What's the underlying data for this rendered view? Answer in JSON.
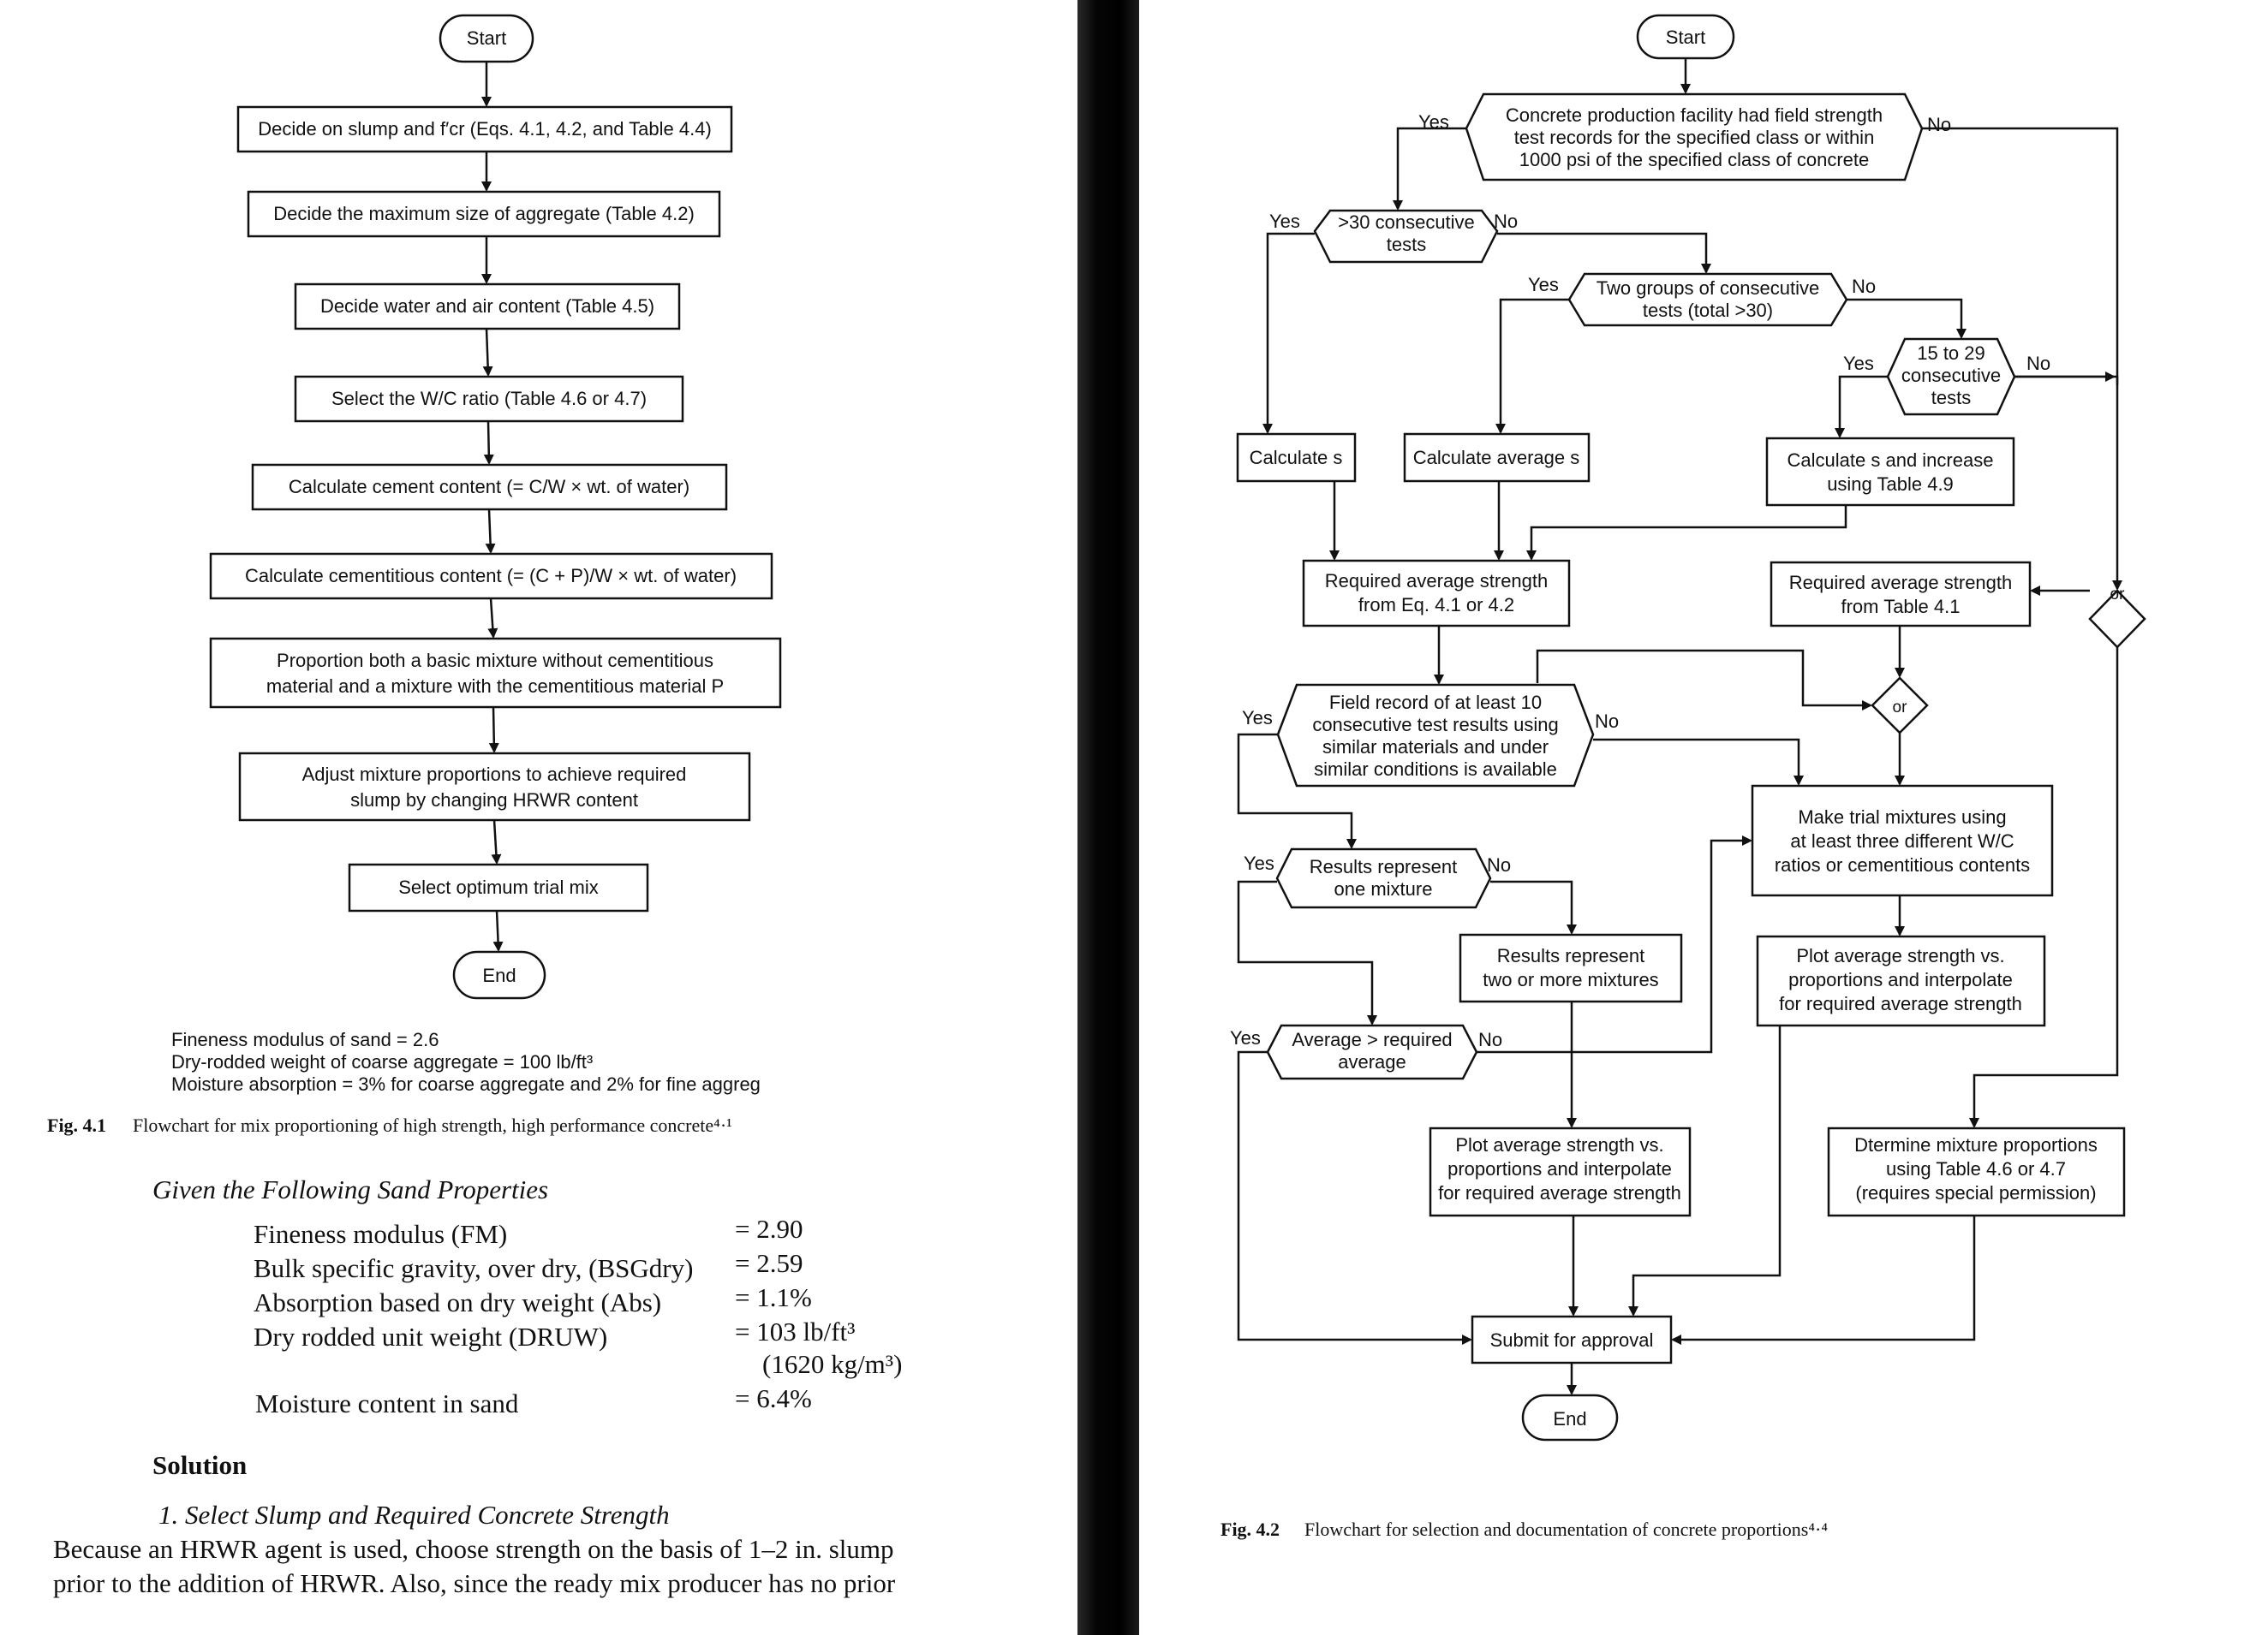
{
  "left": {
    "start": "Start",
    "end": "End",
    "steps": [
      "Decide on slump and f′cr (Eqs. 4.1, 4.2, and Table 4.4)",
      "Decide the maximum size of aggregate (Table 4.2)",
      "Decide water and air content (Table 4.5)",
      "Select the W/C ratio (Table 4.6 or 4.7)",
      "Calculate cement content (= C/W × wt. of water)",
      "Calculate cementitious content (= (C + P)/W × wt. of water)",
      "Proportion both a basic mixture without cementitious",
      "material and a mixture with the cementitious material P",
      "Adjust mixture proportions to achieve required",
      "slump by changing HRWR content",
      "Select optimum trial mix"
    ],
    "notes": [
      "Fineness modulus of sand = 2.6",
      "Dry-rodded weight of coarse aggregate = 100 lb/ft³",
      "Moisture absorption = 3% for coarse aggregate and 2% for fine aggreg"
    ],
    "caption_label": "Fig. 4.1",
    "caption_text": "Flowchart for mix proportioning of high strength, high performance concrete⁴·¹",
    "heading": "Given the Following Sand Properties",
    "props": [
      {
        "label": "Fineness modulus (FM)",
        "value": "= 2.90"
      },
      {
        "label": "Bulk specific gravity, over dry, (BSGdry)",
        "value": "= 2.59"
      },
      {
        "label": "Absorption based on dry weight (Abs)",
        "value": "= 1.1%"
      },
      {
        "label": "Dry rodded unit weight (DRUW)",
        "value": "= 103 lb/ft³"
      },
      {
        "label": "",
        "value": "(1620 kg/m³)"
      },
      {
        "label": "Moisture content in sand",
        "value": "= 6.4%"
      }
    ],
    "solution": "Solution",
    "subheading": "1.   Select Slump and Required Concrete Strength",
    "para": [
      "Because an HRWR agent is used, choose strength on the basis of 1–2 in. slump",
      "prior to the addition of HRWR. Also, since the ready mix producer has no prior"
    ]
  },
  "right": {
    "start": "Start",
    "end": "End",
    "yes": "Yes",
    "no": "No",
    "or": "or",
    "d1": [
      "Concrete production facility had field strength",
      "test records for the specified class or within",
      "1000 psi of the specified class of concrete"
    ],
    "d2": [
      ">30 consecutive",
      "tests"
    ],
    "d3": [
      "Two groups of consecutive",
      "tests (total >30)"
    ],
    "d4": [
      "15 to 29",
      "consecutive",
      "tests"
    ],
    "b1": [
      "Calculate s"
    ],
    "b2": [
      "Calculate average s"
    ],
    "b3": [
      "Calculate s and increase",
      "using Table 4.9"
    ],
    "b4": [
      "Required average strength",
      "from Eq. 4.1 or 4.2"
    ],
    "b5": [
      "Required average strength",
      "from Table 4.1"
    ],
    "d5": [
      "Field record of at least 10",
      "consecutive test results using",
      "similar materials and under",
      "similar conditions is available"
    ],
    "b6": [
      "Make trial mixtures using",
      "at least three different W/C",
      "ratios or cementitious contents"
    ],
    "d6": [
      "Results represent",
      "one mixture"
    ],
    "b7": [
      "Results represent",
      "two or more mixtures"
    ],
    "b8": [
      "Plot average strength vs.",
      "proportions and interpolate",
      "for required average strength"
    ],
    "d7": [
      "Average > required",
      "average"
    ],
    "b9": [
      "Plot average strength vs.",
      "proportions and interpolate",
      "for required average strength"
    ],
    "b10": [
      "Dtermine mixture proportions",
      "using Table 4.6 or 4.7",
      "(requires special permission)"
    ],
    "b11": [
      "Submit for approval"
    ],
    "caption_label": "Fig. 4.2",
    "caption_text": "Flowchart for selection and documentation of concrete proportions⁴·⁴"
  }
}
